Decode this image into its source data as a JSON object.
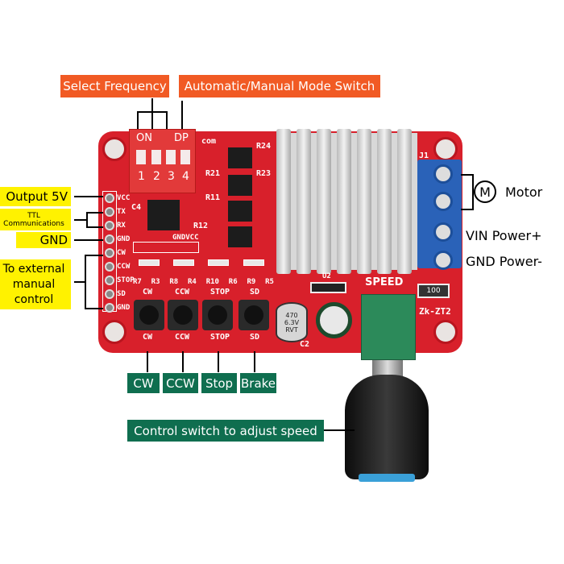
{
  "top_labels": {
    "select_frequency": "Select Frequency",
    "mode_switch": "Automatic/Manual Mode Switch"
  },
  "left_labels": {
    "output_5v": "Output 5V",
    "ttl_line1": "TTL",
    "ttl_line2": "Communications",
    "gnd": "GND",
    "external_line1": "To external",
    "external_line2": "manual",
    "external_line3": "control"
  },
  "right_labels": {
    "motor_symbol": "M",
    "motor": "Motor",
    "vin": "VIN Power+",
    "gnd": "GND  Power-"
  },
  "bottom_labels": {
    "cw": "CW",
    "ccw": "CCW",
    "stop": "Stop",
    "brake": "Brake",
    "control_switch": "Control switch to adjust speed"
  },
  "board": {
    "dip_on": "ON",
    "dip_dp": "DP",
    "dip_numbers": [
      "1",
      "2",
      "3",
      "4"
    ],
    "com": "com",
    "pins": [
      "VCC",
      "TX",
      "RX",
      "GND",
      "CW",
      "CCW",
      "STOP",
      "SD",
      "GND"
    ],
    "buttons": [
      "CW",
      "CCW",
      "STOP",
      "SD"
    ],
    "c4": "C4",
    "gndvcc": "GNDVCC",
    "c2": "C2",
    "u2": "U2",
    "j1": "J1",
    "resistors": [
      "R24",
      "R21",
      "R23",
      "R11",
      "R12",
      "R7",
      "R3",
      "R8",
      "R4",
      "R10",
      "R6",
      "R9",
      "R5"
    ],
    "speed": "SPEED",
    "model": "Zk-ZT2",
    "shunt": "100",
    "cap_line1": "470",
    "cap_line2": "6.3V",
    "cap_line3": "RVT"
  }
}
